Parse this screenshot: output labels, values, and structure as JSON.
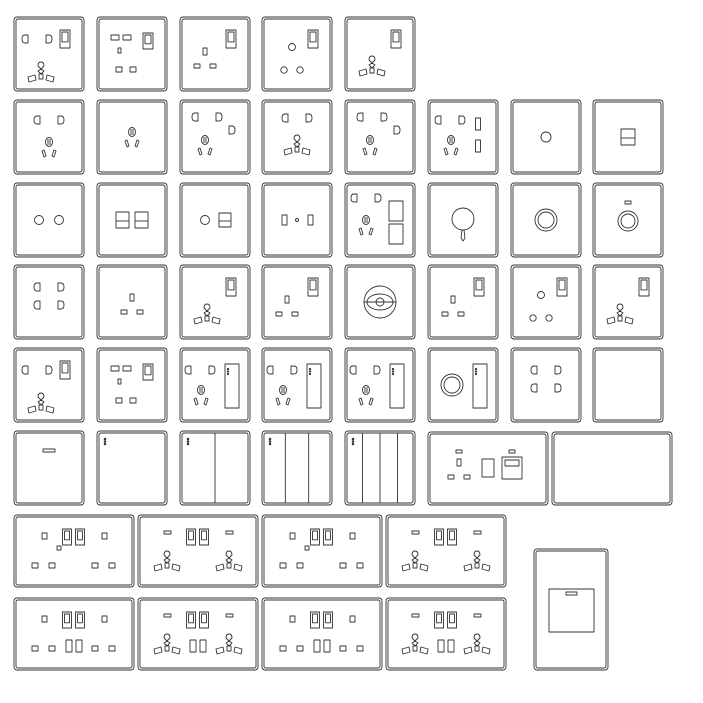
{
  "sheet": {
    "title": "",
    "rows": [
      {
        "row": 1,
        "items": [
          {
            "id": "p1-1",
            "type": "universal-socket-with-switch"
          },
          {
            "id": "p1-2",
            "type": "uk-socket-with-switch-and-fuse"
          },
          {
            "id": "p1-3",
            "type": "uk-socket-with-switch"
          },
          {
            "id": "p1-4",
            "type": "round-pin-socket-with-switch"
          },
          {
            "id": "p1-5",
            "type": "multi-socket-with-switch"
          }
        ]
      },
      {
        "row": 2,
        "items": [
          {
            "id": "p2-1",
            "type": "two-three-pin-socket"
          },
          {
            "id": "p2-2",
            "type": "three-pin-socket"
          },
          {
            "id": "p2-3",
            "type": "five-pin-socket"
          },
          {
            "id": "p2-4",
            "type": "universal-socket"
          },
          {
            "id": "p2-5",
            "type": "five-pin-socket"
          },
          {
            "id": "p2-6",
            "type": "five-pin-socket-with-switches"
          },
          {
            "id": "p2-7",
            "type": "blank-with-indicator"
          },
          {
            "id": "p2-8",
            "type": "single-rocker"
          }
        ]
      },
      {
        "row": 3,
        "items": [
          {
            "id": "p3-1",
            "type": "two-indicators"
          },
          {
            "id": "p3-2",
            "type": "double-rocker"
          },
          {
            "id": "p3-3",
            "type": "indicator-and-rocker"
          },
          {
            "id": "p3-4",
            "type": "mini-switch"
          },
          {
            "id": "p3-5",
            "type": "socket-with-two-switches"
          },
          {
            "id": "p3-6",
            "type": "rotary-knob"
          },
          {
            "id": "p3-7",
            "type": "dimmer"
          },
          {
            "id": "p3-8",
            "type": "dimmer-with-indicator"
          }
        ]
      },
      {
        "row": 4,
        "items": [
          {
            "id": "p4-1",
            "type": "two-pin-socket"
          },
          {
            "id": "p4-2",
            "type": "uk-socket"
          },
          {
            "id": "p4-3",
            "type": "multi-socket-with-switch"
          },
          {
            "id": "p4-4",
            "type": "uk-socket-with-switch"
          },
          {
            "id": "p4-5",
            "type": "ceiling-rose"
          },
          {
            "id": "p4-6",
            "type": "uk-socket-with-switch"
          },
          {
            "id": "p4-7",
            "type": "round-pin-socket-with-switch"
          },
          {
            "id": "p4-8",
            "type": "multi-socket-with-switch"
          }
        ]
      },
      {
        "row": 5,
        "items": [
          {
            "id": "p5-1",
            "type": "universal-socket-with-switch"
          },
          {
            "id": "p5-2",
            "type": "uk-socket-with-switch-and-fuse"
          },
          {
            "id": "p5-3",
            "type": "socket-with-card-slot"
          },
          {
            "id": "p5-4",
            "type": "socket-with-card-slot"
          },
          {
            "id": "p5-5",
            "type": "socket-with-card-slot"
          },
          {
            "id": "p5-6",
            "type": "knob-with-card-slot"
          },
          {
            "id": "p5-7",
            "type": "two-pin-socket"
          },
          {
            "id": "p5-8",
            "type": "blank-plate"
          }
        ]
      },
      {
        "row": 6,
        "items": [
          {
            "id": "p6-1",
            "type": "one-gang-switch"
          },
          {
            "id": "p6-2",
            "type": "one-gang-touch"
          },
          {
            "id": "p6-3",
            "type": "two-gang-switch"
          },
          {
            "id": "p6-4",
            "type": "three-gang-switch"
          },
          {
            "id": "p6-5",
            "type": "four-gang-switch"
          },
          {
            "id": "p6-6",
            "type": "cooker-control-unit"
          },
          {
            "id": "p6-7",
            "type": "blank-double-plate"
          }
        ]
      },
      {
        "row": 7,
        "items": [
          {
            "id": "p7-1",
            "type": "twin-uk-socket"
          },
          {
            "id": "p7-2",
            "type": "twin-multi-socket"
          },
          {
            "id": "p7-3",
            "type": "twin-uk-socket"
          },
          {
            "id": "p7-4",
            "type": "twin-multi-socket"
          }
        ]
      },
      {
        "row": 8,
        "items": [
          {
            "id": "p8-1",
            "type": "twin-uk-socket-with-usb"
          },
          {
            "id": "p8-2",
            "type": "twin-multi-socket-with-usb"
          },
          {
            "id": "p8-3",
            "type": "twin-uk-socket-with-usb"
          },
          {
            "id": "p8-4",
            "type": "twin-multi-socket-with-usb"
          }
        ]
      },
      {
        "row": 9,
        "items": [
          {
            "id": "p9-1",
            "type": "vertical-switch-plate"
          }
        ]
      }
    ]
  },
  "colors": {
    "stroke": "#333333",
    "background": "#ffffff"
  }
}
